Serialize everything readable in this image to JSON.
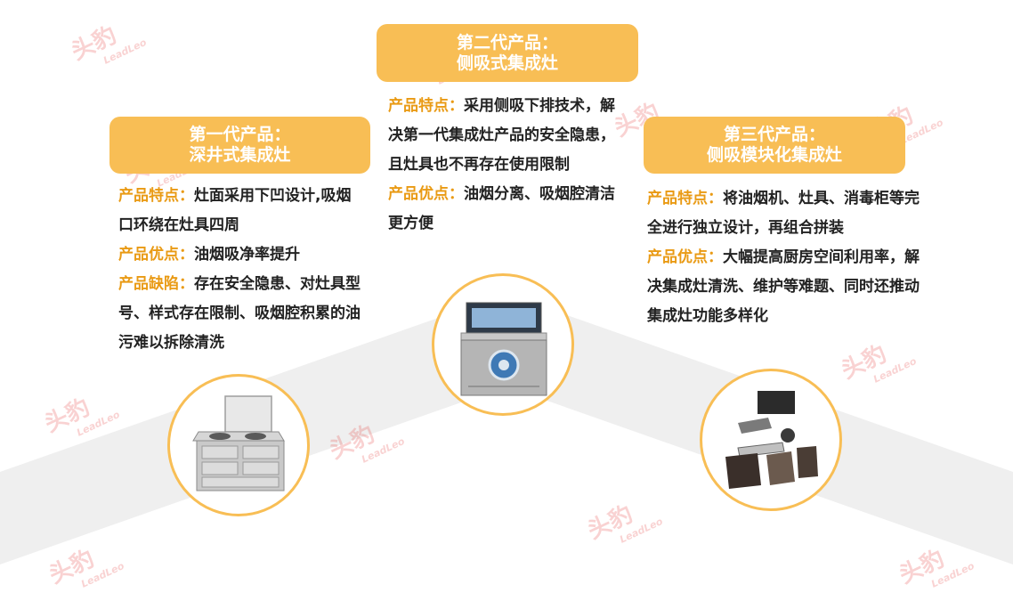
{
  "colors": {
    "accent": "#F8BE55",
    "label": "#E99A14",
    "text": "#222222",
    "band": "#EFEFEF",
    "watermark": "#E53935"
  },
  "watermark": {
    "cn": "头豹",
    "en": "LeadLeo"
  },
  "generations": [
    {
      "header_line1": "第一代产品：",
      "header_line2": "深井式集成灶",
      "items": [
        {
          "label": "产品特点：",
          "text": "灶面采用下凹设计,吸烟口环绕在灶具四周"
        },
        {
          "label": "产品优点：",
          "text": "油烟吸净率提升"
        },
        {
          "label": "产品缺陷：",
          "text": "存在安全隐患、对灶具型号、样式存在限制、吸烟腔积累的油污难以拆除清洗"
        }
      ],
      "image_icon": "deep-well-stove-icon"
    },
    {
      "header_line1": "第二代产品：",
      "header_line2": "侧吸式集成灶",
      "items": [
        {
          "label": "产品特点：",
          "text": "采用侧吸下排技术，解决第一代集成灶产品的安全隐患，且灶具也不再存在使用限制"
        },
        {
          "label": "产品优点：",
          "text": "油烟分离、吸烟腔清洁更方便"
        }
      ],
      "image_icon": "side-suction-stove-icon"
    },
    {
      "header_line1": "第三代产品：",
      "header_line2": "侧吸模块化集成灶",
      "items": [
        {
          "label": "产品特点：",
          "text": "将油烟机、灶具、消毒柜等完全进行独立设计，再组合拼装"
        },
        {
          "label": "产品优点：",
          "text": "大幅提高厨房空间利用率，解决集成灶清洗、维护等难题、同时还推动集成灶功能多样化"
        }
      ],
      "image_icon": "modular-stove-icon"
    }
  ]
}
